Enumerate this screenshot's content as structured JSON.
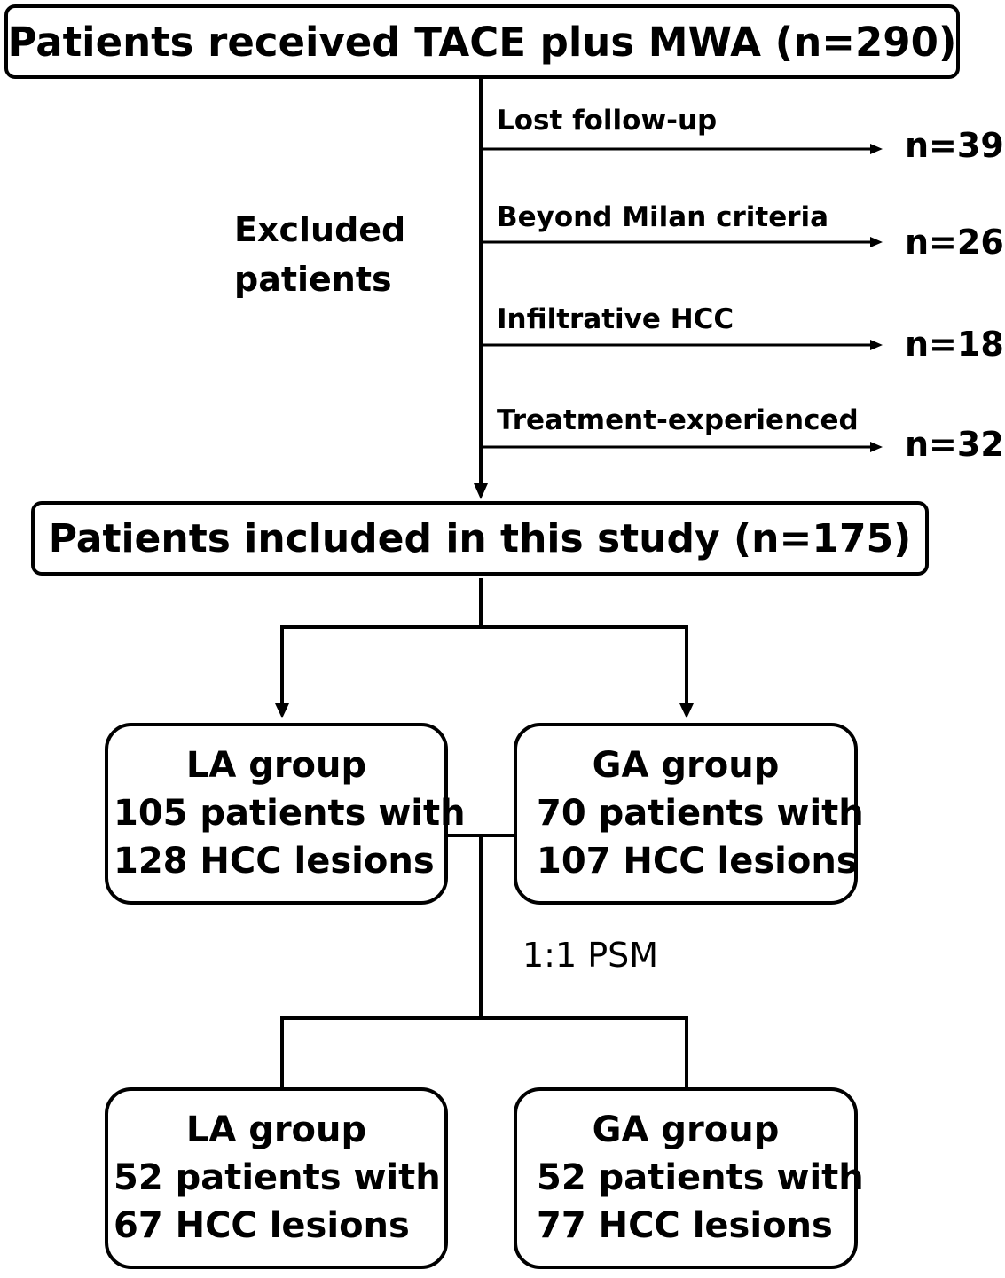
{
  "top_box": {
    "text": "Patients received TACE plus MWA (n=290)"
  },
  "excluded": {
    "line1": "Excluded",
    "line2": "patients"
  },
  "exclusions": [
    {
      "label": "Lost follow-up",
      "count": "n=39"
    },
    {
      "label": "Beyond Milan criteria",
      "count": "n=26"
    },
    {
      "label": "Infiltrative HCC",
      "count": "n=18"
    },
    {
      "label": "Treatment-experienced",
      "count": "n=32"
    }
  ],
  "included_box": {
    "text": "Patients included in this study (n=175)"
  },
  "before_psm": {
    "la": {
      "title": "LA group",
      "line1": "105 patients with",
      "line2": "128 HCC lesions"
    },
    "ga": {
      "title": "GA group",
      "line1": "70 patients with",
      "line2": "107 HCC lesions"
    }
  },
  "psm_label": "1:1 PSM",
  "after_psm": {
    "la": {
      "title": "LA group",
      "line1": "52 patients with",
      "line2": "67 HCC lesions"
    },
    "ga": {
      "title": "GA group",
      "line1": "52 patients with",
      "line2": "77 HCC lesions"
    }
  }
}
